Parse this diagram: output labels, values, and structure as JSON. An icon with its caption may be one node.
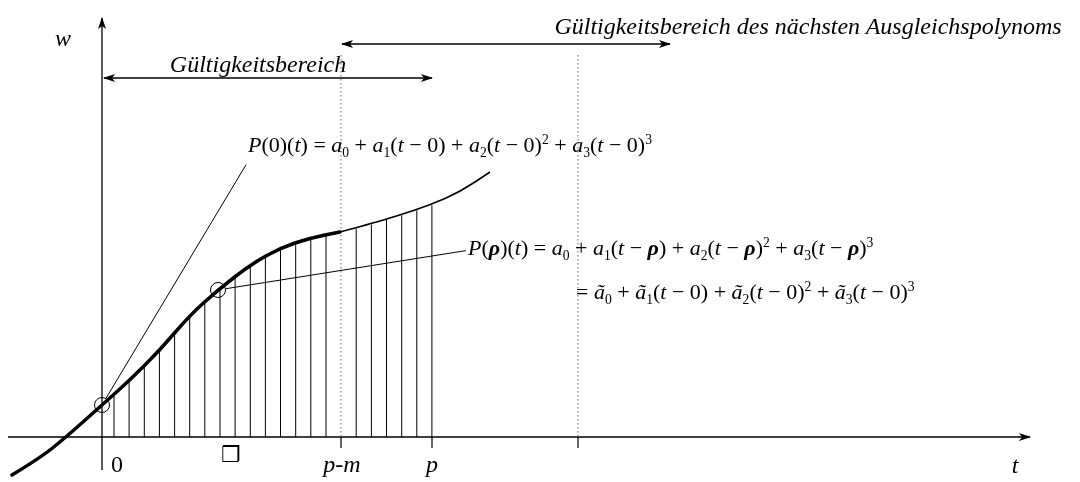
{
  "diagram": {
    "nodes": [
      {
        "text": [
          "*P*(0)(*t*) = *a*$_{0}$ + *a*$_{1}$(*t* − 0) + *a*$_{2}$(*t* − 0)$^{2}$ + *a*$_{3}$(*t* − 0)$^{3}$"
        ]
      },
      {
        "text": [
          "*P*(**ρ**)(*t*) = *a*$_{0}$ + *a*$_{1}$(*t* − **ρ**) + *a*$_{2}$(*t* − **ρ**)$^{2}$ + *a*$_{3}$(*t* − **ρ**)$^{3}$",
          "= *ã*$_{0}$ + *ã*$_{1}$(*t* − 0) + *ã*$_{2}$(*t* − 0)$^{2}$ + *ã*$_{3}$(*t* − 0)$^{3}$"
        ]
      },
      {
        "text": [],
        "shape": "circle"
      },
      {
        "text": [],
        "shape": "circle"
      }
    ],
    "edges": [
      {
        "from": 0,
        "to": 2,
        "arrow": "none"
      },
      {
        "from": 1,
        "to": 3,
        "arrow": "none"
      }
    ],
    "labels": [
      "Gültigkeitsbereich des nächsten Ausgleichspolynoms",
      "w",
      "Gültigkeitsbereich",
      "0",
      "❒",
      "p-m",
      "p",
      "t"
    ]
  }
}
